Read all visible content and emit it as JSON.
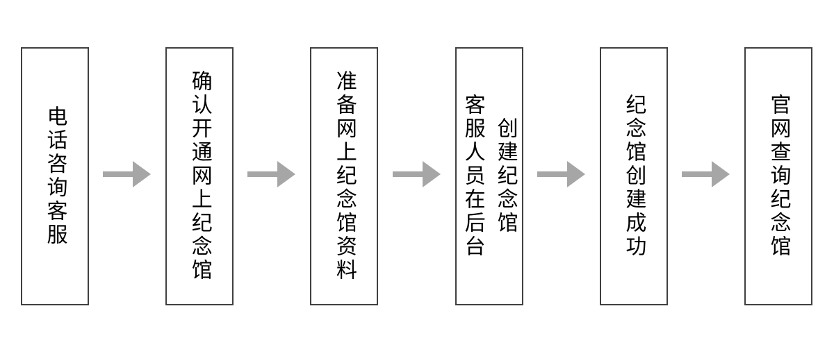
{
  "flowchart": {
    "type": "horizontal-flow",
    "direction": "left-to-right",
    "box_border_color": "#404040",
    "arrow_color": "#a6a6a6",
    "text_color": "#000000",
    "background_color": "#ffffff",
    "text_orientation": "vertical",
    "steps": [
      {
        "label": "电话咨询客服",
        "lines": [
          "电话咨询客服"
        ]
      },
      {
        "label": "确认开通网上纪念馆",
        "lines": [
          "确认开通网上纪念馆"
        ]
      },
      {
        "label": "准备网上纪念馆资料",
        "lines": [
          "准备网上纪念馆资料"
        ]
      },
      {
        "label": "客服人员在后台创建纪念馆",
        "lines": [
          "客服人员在后台",
          "创建纪念馆"
        ]
      },
      {
        "label": "纪念馆创建成功",
        "lines": [
          "纪念馆创建成功"
        ]
      },
      {
        "label": "官网查询纪念馆",
        "lines": [
          "官网查询纪念馆"
        ]
      }
    ]
  }
}
